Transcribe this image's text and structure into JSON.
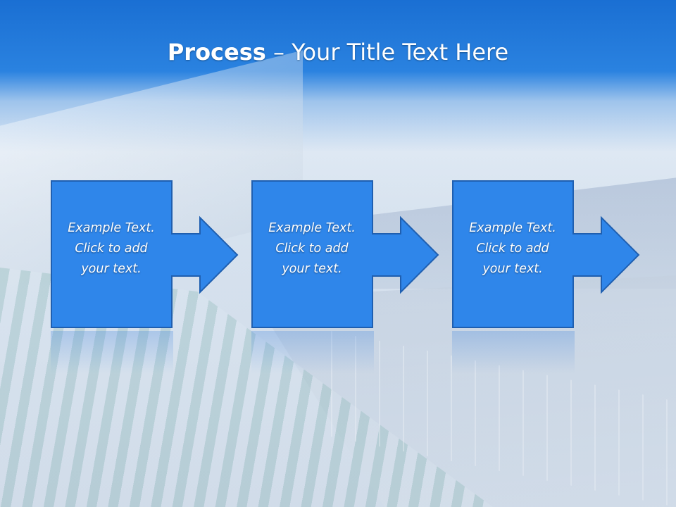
{
  "slide": {
    "title_bold": "Process",
    "title_rest": " – Your Title Text Here"
  },
  "process": {
    "steps": [
      {
        "text": "Example Text.\nClick  to add\nyour text."
      },
      {
        "text": "Example Text.\nClick  to add\nyour text."
      },
      {
        "text": "Example Text.\nClick  to add\nyour text."
      }
    ]
  },
  "colors": {
    "title_bar": "#1a6fd3",
    "box_fill": "#2f86ea",
    "box_border": "#1f5fb0",
    "text": "#ffffff"
  }
}
